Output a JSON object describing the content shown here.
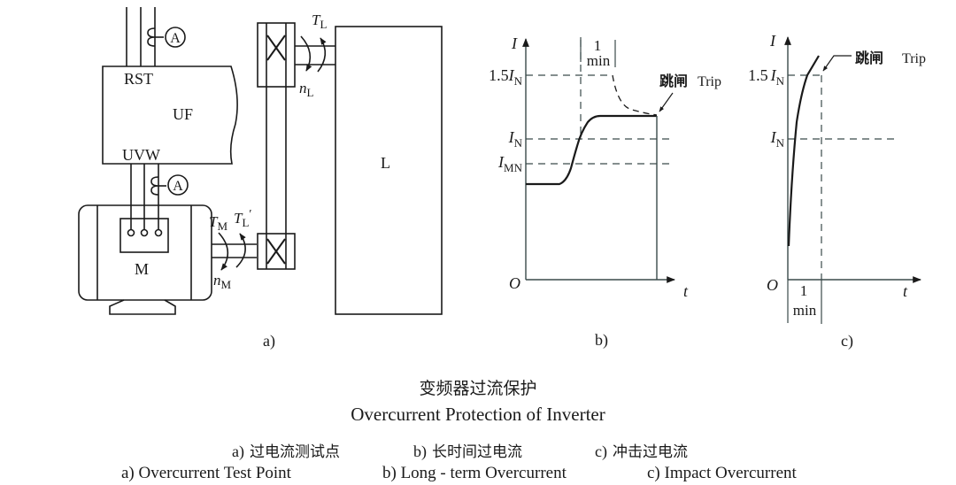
{
  "panel_a": {
    "label": "a)",
    "inverter_label": "UF",
    "input_terminals": "RST",
    "output_terminals": "UVW",
    "ammeter_symbol": "A",
    "motor_label": "M",
    "load_label": "L",
    "torque_motor": {
      "base": "T",
      "sub": "M"
    },
    "torque_load_prime": {
      "base": "T",
      "sub": "L",
      "sup": "′"
    },
    "speed_motor": {
      "base": "n",
      "sub": "M"
    },
    "torque_load": {
      "base": "T",
      "sub": "L"
    },
    "speed_load": {
      "base": "n",
      "sub": "L"
    }
  },
  "panel_b": {
    "label": "b)",
    "y_axis": "I",
    "x_axis": "t",
    "origin": "O",
    "level_1_5": {
      "prefix": "1.5",
      "base": "I",
      "sub": "N"
    },
    "level_rated": {
      "base": "I",
      "sub": "N"
    },
    "level_motor_rated": {
      "base": "I",
      "sub": "MN"
    },
    "interval_value": "1",
    "interval_unit": "min",
    "trip_zh": "跳闸",
    "trip_en": "Trip"
  },
  "panel_c": {
    "label": "c)",
    "y_axis": "I",
    "x_axis": "t",
    "origin": "O",
    "level_1_5": {
      "prefix": "1.5",
      "base": "I",
      "sub": "N"
    },
    "level_rated": {
      "base": "I",
      "sub": "N"
    },
    "interval_value": "1",
    "interval_unit": "min",
    "trip_zh": "跳闸",
    "trip_en": "Trip"
  },
  "caption": {
    "title_zh": "变频器过流保护",
    "title_en": "Overcurrent Protection of Inverter",
    "subs": [
      {
        "letter": "a)",
        "zh": "过电流测试点",
        "en": "a) Overcurrent Test Point"
      },
      {
        "letter": "b)",
        "zh": "长时间过电流",
        "en": "b) Long - term Overcurrent"
      },
      {
        "letter": "c)",
        "zh": "冲击过电流",
        "en": "c) Impact Overcurrent"
      }
    ]
  },
  "colors": {
    "ink": "#1a1a1a",
    "axis": "#3a4a4a",
    "background": "#ffffff"
  }
}
